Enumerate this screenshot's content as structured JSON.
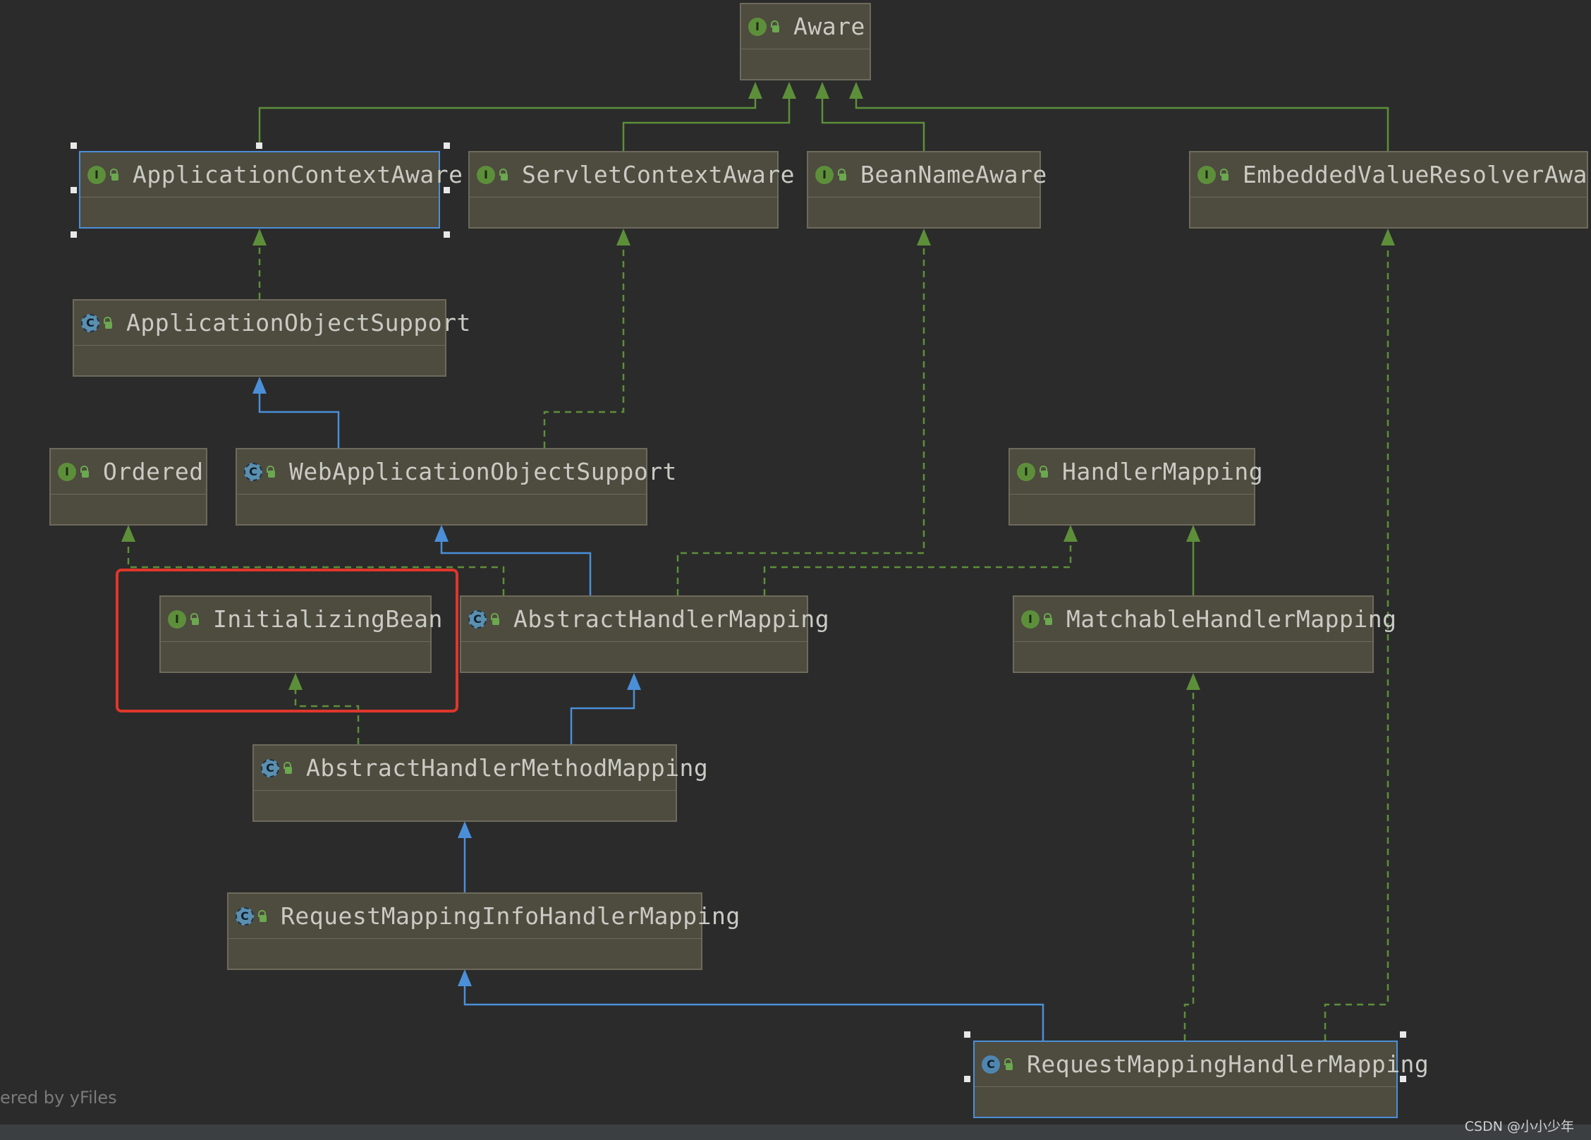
{
  "diagram": {
    "nodes": {
      "aware": {
        "name": "Aware",
        "kind": "I",
        "kind_type": "interface"
      },
      "application_context_aware": {
        "name": "ApplicationContextAware",
        "kind": "I",
        "kind_type": "interface",
        "selected": true
      },
      "servlet_context_aware": {
        "name": "ServletContextAware",
        "kind": "I",
        "kind_type": "interface"
      },
      "bean_name_aware": {
        "name": "BeanNameAware",
        "kind": "I",
        "kind_type": "interface"
      },
      "embedded_value_resolver_aware": {
        "name": "EmbeddedValueResolverAware",
        "kind": "I",
        "kind_type": "interface"
      },
      "application_object_support": {
        "name": "ApplicationObjectSupport",
        "kind": "C",
        "kind_type": "abstract-class"
      },
      "ordered": {
        "name": "Ordered",
        "kind": "I",
        "kind_type": "interface"
      },
      "web_application_object_support": {
        "name": "WebApplicationObjectSupport",
        "kind": "C",
        "kind_type": "abstract-class"
      },
      "handler_mapping": {
        "name": "HandlerMapping",
        "kind": "I",
        "kind_type": "interface"
      },
      "initializing_bean": {
        "name": "InitializingBean",
        "kind": "I",
        "kind_type": "interface",
        "highlighted": true
      },
      "abstract_handler_mapping": {
        "name": "AbstractHandlerMapping",
        "kind": "C",
        "kind_type": "abstract-class"
      },
      "matchable_handler_mapping": {
        "name": "MatchableHandlerMapping",
        "kind": "I",
        "kind_type": "interface"
      },
      "abstract_handler_method_mapping": {
        "name": "AbstractHandlerMethodMapping",
        "kind": "C",
        "kind_type": "abstract-class"
      },
      "request_mapping_info_handler_mapping": {
        "name": "RequestMappingInfoHandlerMapping",
        "kind": "C",
        "kind_type": "abstract-class"
      },
      "request_mapping_handler_mapping": {
        "name": "RequestMappingHandlerMapping",
        "kind": "C",
        "kind_type": "class",
        "selected": true
      }
    },
    "edges": [
      {
        "from": "application_context_aware",
        "to": "aware",
        "type": "extends-interface"
      },
      {
        "from": "servlet_context_aware",
        "to": "aware",
        "type": "extends-interface"
      },
      {
        "from": "bean_name_aware",
        "to": "aware",
        "type": "extends-interface"
      },
      {
        "from": "embedded_value_resolver_aware",
        "to": "aware",
        "type": "extends-interface"
      },
      {
        "from": "application_object_support",
        "to": "application_context_aware",
        "type": "implements"
      },
      {
        "from": "web_application_object_support",
        "to": "application_object_support",
        "type": "extends-class"
      },
      {
        "from": "web_application_object_support",
        "to": "servlet_context_aware",
        "type": "implements"
      },
      {
        "from": "abstract_handler_mapping",
        "to": "ordered",
        "type": "implements"
      },
      {
        "from": "abstract_handler_mapping",
        "to": "web_application_object_support",
        "type": "extends-class"
      },
      {
        "from": "abstract_handler_mapping",
        "to": "bean_name_aware",
        "type": "implements"
      },
      {
        "from": "abstract_handler_mapping",
        "to": "handler_mapping",
        "type": "implements"
      },
      {
        "from": "matchable_handler_mapping",
        "to": "handler_mapping",
        "type": "extends-interface"
      },
      {
        "from": "abstract_handler_method_mapping",
        "to": "initializing_bean",
        "type": "implements"
      },
      {
        "from": "abstract_handler_method_mapping",
        "to": "abstract_handler_mapping",
        "type": "extends-class"
      },
      {
        "from": "request_mapping_info_handler_mapping",
        "to": "abstract_handler_method_mapping",
        "type": "extends-class"
      },
      {
        "from": "request_mapping_handler_mapping",
        "to": "request_mapping_info_handler_mapping",
        "type": "extends-class"
      },
      {
        "from": "request_mapping_handler_mapping",
        "to": "matchable_handler_mapping",
        "type": "implements"
      },
      {
        "from": "request_mapping_handler_mapping",
        "to": "embedded_value_resolver_aware",
        "type": "implements"
      }
    ],
    "colors": {
      "background": "#2b2b2b",
      "node_fill": "#4e4b3f",
      "interface_edge": "#5d8f3a",
      "class_edge": "#4b8fd8",
      "highlight": "#e0362b"
    }
  },
  "footer": {
    "credit": "ered by yFiles"
  },
  "watermark": "CSDN @小小少年"
}
